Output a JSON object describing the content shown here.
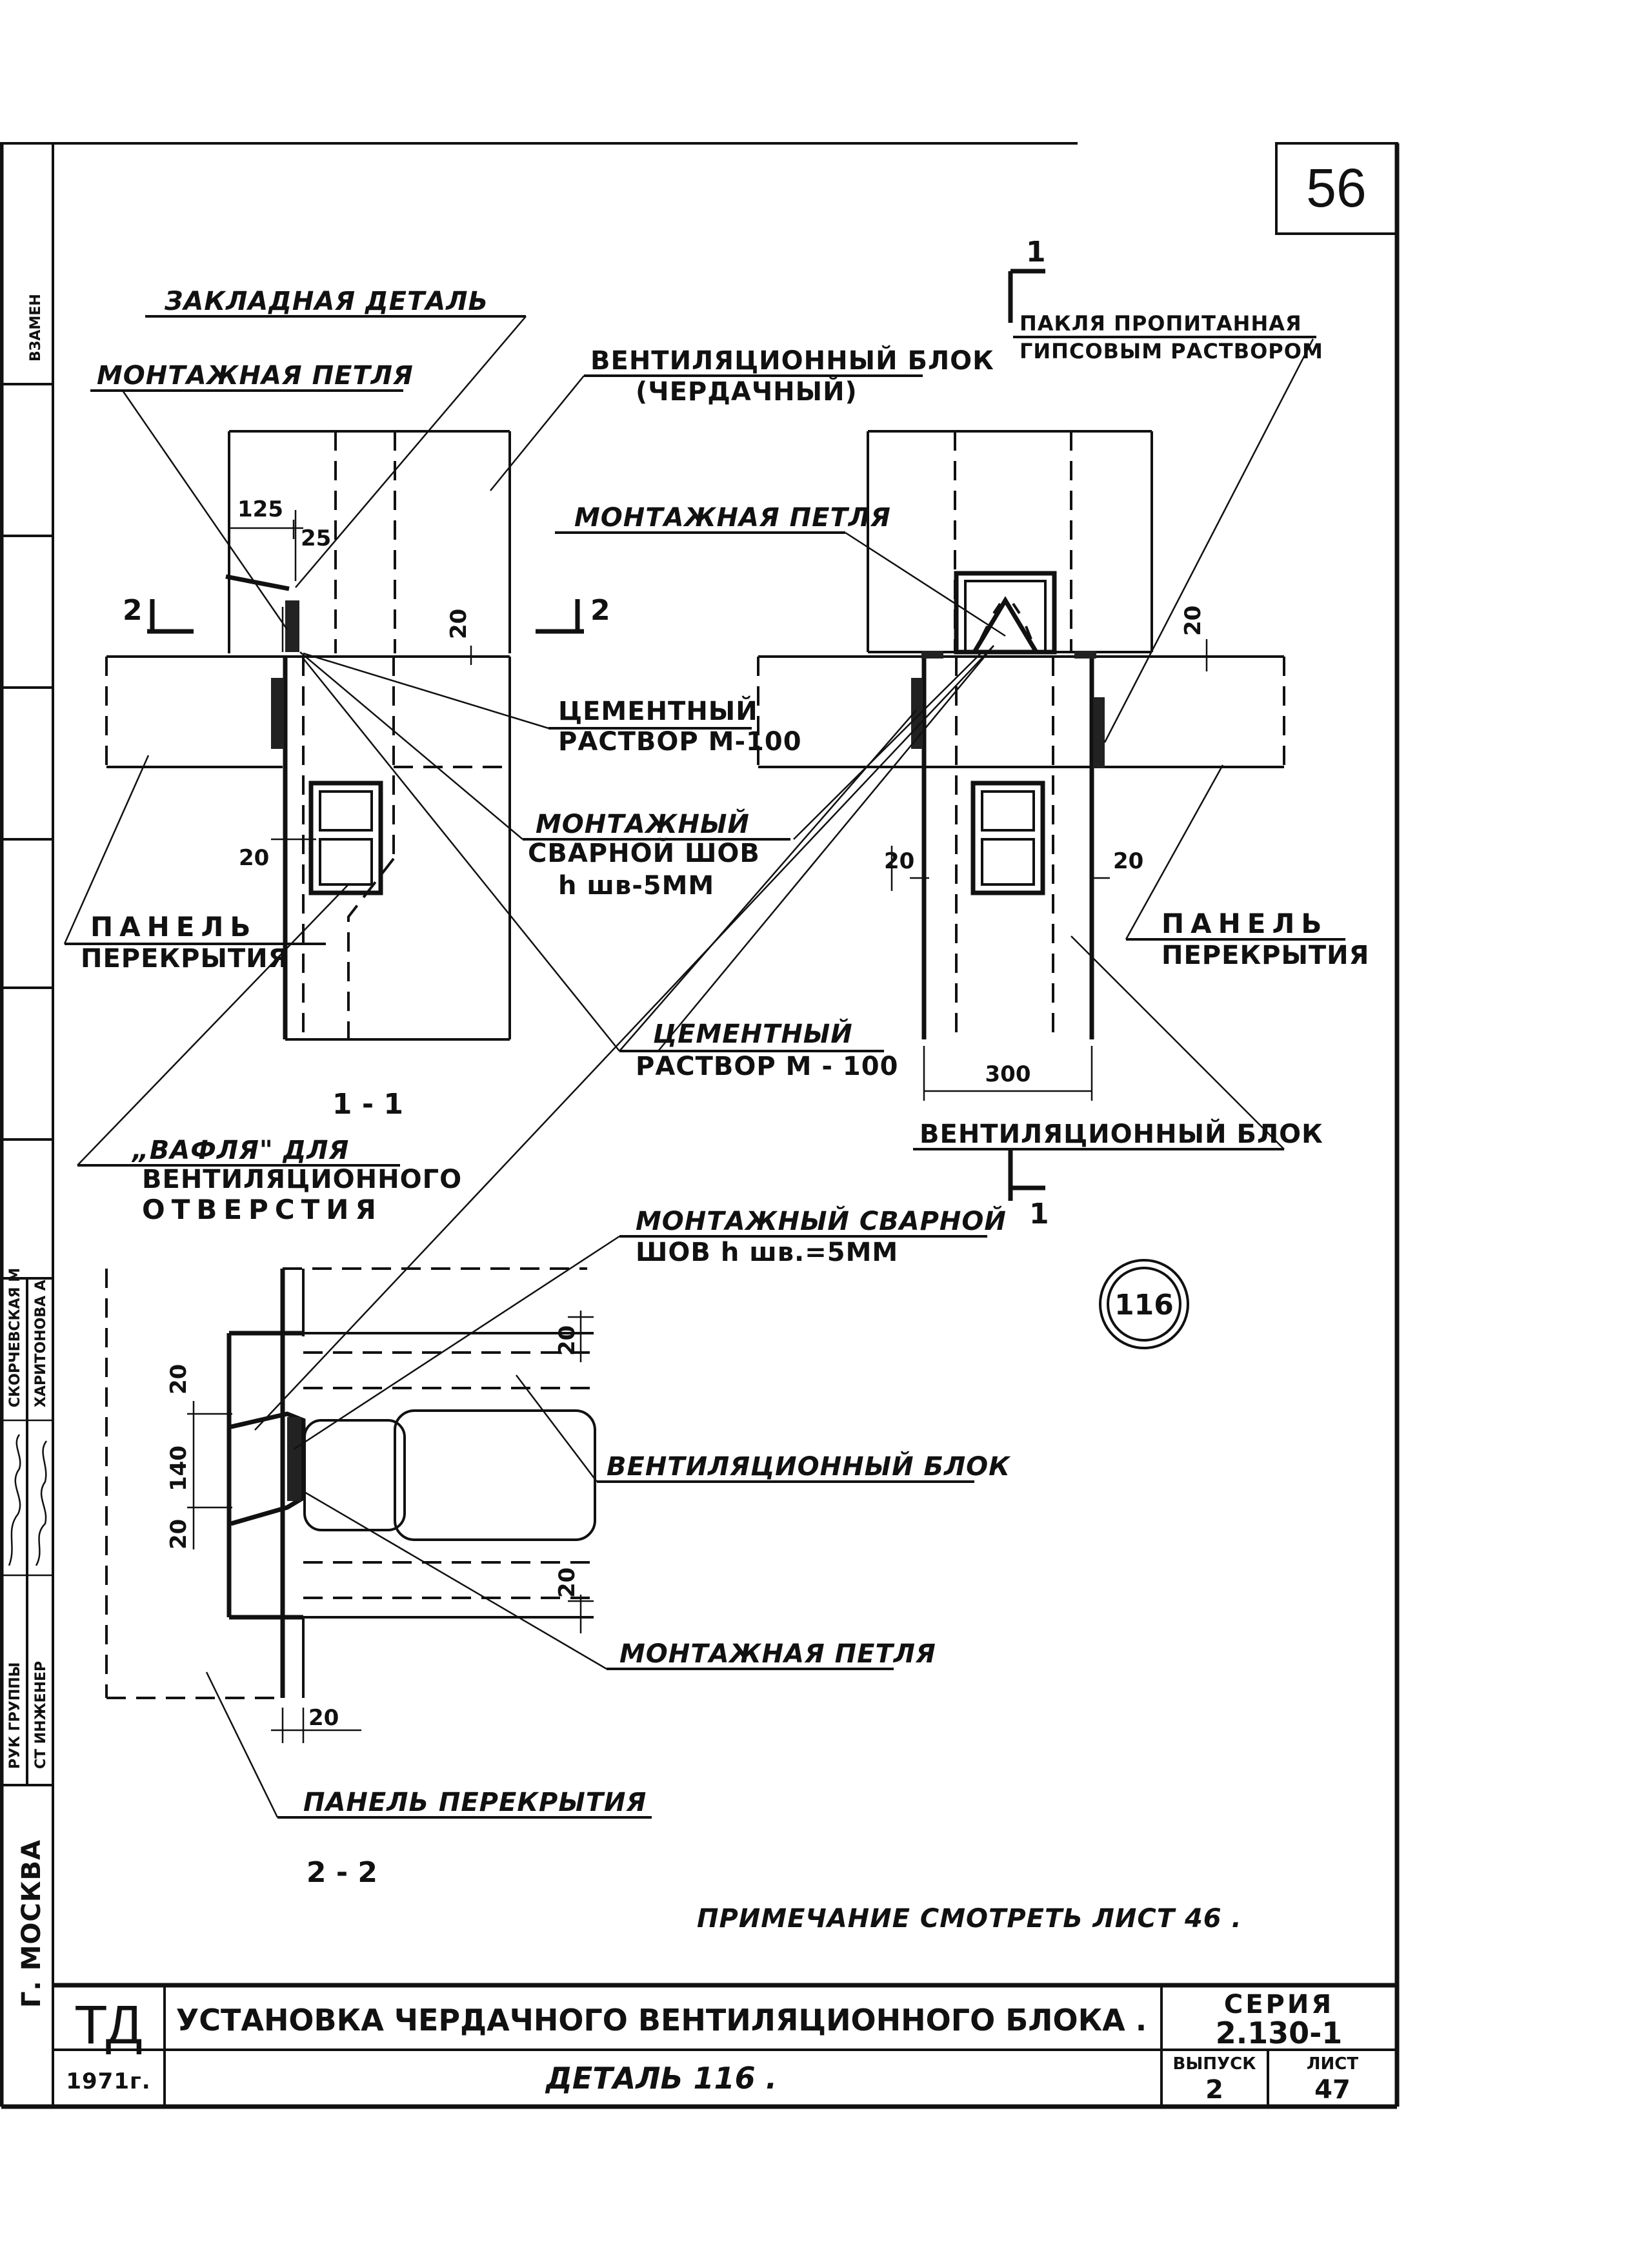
{
  "sheet": {
    "number": "56",
    "detail_circle": "116"
  },
  "section_1_1": {
    "label": "1 - 1",
    "cut_marks": [
      "2",
      "2"
    ],
    "dims": [
      "125",
      "25",
      "20",
      "20"
    ],
    "callouts": {
      "embedded_part": "ЗАКЛАДНАЯ ДЕТАЛЬ",
      "mounting_loop": "МОНТАЖНАЯ ПЕТЛЯ",
      "vent_block_line1": "ВЕНТИЛЯЦИОННЫЙ БЛОК",
      "vent_block_line2": "(ЧЕРДАЧНЫЙ)",
      "cement_line1": "ЦЕМЕНТНЫЙ",
      "cement_line2": "РАСТВОР М-100",
      "weld_line1": "МОНТАЖНЫЙ",
      "weld_line2": "СВАРНОЙ ШОВ",
      "weld_line3": "h шв-5ММ",
      "panel_line1": "ПАНЕЛЬ",
      "panel_line2": "ПЕРЕКРЫТИЯ",
      "plug_line1": "„ВАФЛЯ\" ДЛЯ",
      "plug_line2": "ВЕНТИЛЯЦИОННОГО",
      "plug_line3": "ОТВЕРСТИЯ"
    }
  },
  "section_side": {
    "cut_mark_top": "1",
    "cut_mark_bottom": "1",
    "dims": [
      "20",
      "20",
      "20",
      "300"
    ],
    "callouts": {
      "tow_line1": "ПАКЛЯ ПРОПИТАННАЯ",
      "tow_line2": "ГИПСОВЫМ РАСТВОРОМ",
      "mounting_loop": "МОНТАЖНАЯ ПЕТЛЯ",
      "panel_line1": "ПАНЕЛЬ",
      "panel_line2": "ПЕРЕКРЫТИЯ",
      "cement_line1": "ЦЕМЕНТНЫЙ",
      "cement_line2": "РАСТВОР М - 100",
      "vent_block": "ВЕНТИЛЯЦИОННЫЙ БЛОК"
    }
  },
  "section_2_2": {
    "label": "2 - 2",
    "dims": [
      "20",
      "140",
      "20",
      "20",
      "20",
      "20"
    ],
    "callouts": {
      "weld_line1": "МОНТАЖНЫЙ СВАРНОЙ",
      "weld_line2": "ШОВ h шв.=5ММ",
      "vent_block": "ВЕНТИЛЯЦИОННЫЙ БЛОК",
      "mounting_loop": "МОНТАЖНАЯ ПЕТЛЯ",
      "panel": "ПАНЕЛЬ ПЕРЕКРЫТИЯ"
    }
  },
  "note": "ПРИМЕЧАНИЕ СМОТРЕТЬ ЛИСТ 46 .",
  "title_block": {
    "org": "ТД",
    "year": "1971г.",
    "title": "УСТАНОВКА ЧЕРДАЧНОГО ВЕНТИЛЯЦИОННОГО БЛОКА .",
    "subtitle": "ДЕТАЛЬ 116 .",
    "series_label": "СЕРИЯ",
    "series_value": "2.130-1",
    "issue_label": "ВЫПУСК",
    "issue_value": "2",
    "sheet_label": "ЛИСТ",
    "sheet_value": "47"
  },
  "side_strip": {
    "replace": "ВЗАМЕН",
    "city": "Г. МОСКВА",
    "role1": "РУК ГРУППЫ",
    "role2": "СТ ИНЖЕНЕР",
    "name1": "СКОРЧЕВСКАЯ М",
    "name2": "ХАРИТОНОВА А"
  }
}
